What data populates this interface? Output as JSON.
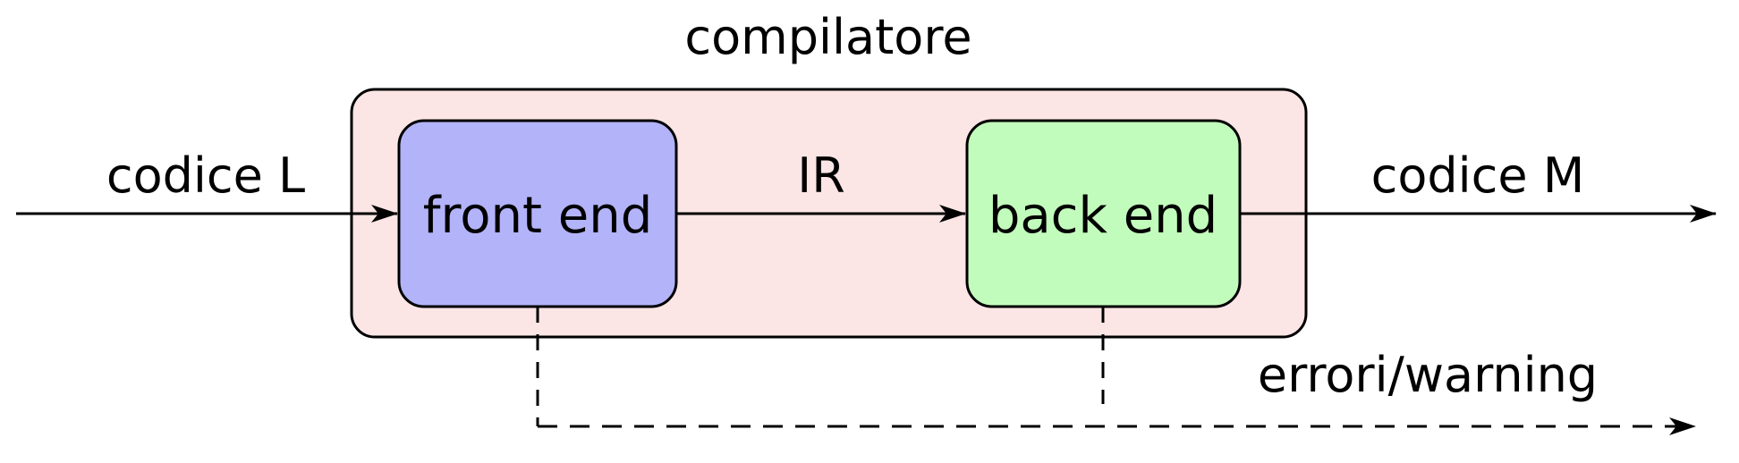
{
  "diagram": {
    "title": "compilatore",
    "input_label": "codice L",
    "front_end_label": "front end",
    "ir_label": "IR",
    "back_end_label": "back end",
    "output_label": "codice M",
    "errors_label": "errori/warning"
  },
  "colors": {
    "container_fill": "#fbe5e5",
    "front_end_fill": "#b3b3f9",
    "back_end_fill": "#c2fcbc",
    "stroke": "#000000"
  }
}
